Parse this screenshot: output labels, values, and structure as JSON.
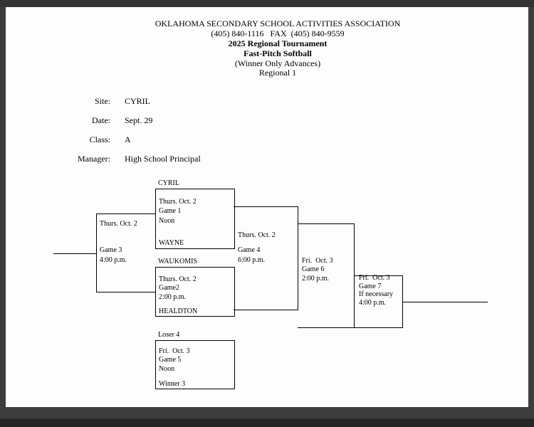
{
  "header": {
    "association": "OKLAHOMA SECONDARY SCHOOL ACTIVITIES ASSOCIATION",
    "phone": "(405) 840-1116   FAX  (405) 840-9559",
    "tournament": "2025 Regional Tournament",
    "sport": "Fast-Pitch Softball",
    "advance_note": "(Winner Only Advances)",
    "regional": "Regional 1"
  },
  "info": {
    "site": {
      "label": "Site:",
      "value": "CYRIL"
    },
    "date": {
      "label": "Date:",
      "value": "Sept. 29"
    },
    "class": {
      "label": "Class:",
      "value": "A"
    },
    "manager": {
      "label": "Manager:",
      "value": "High School Principal"
    }
  },
  "bracket": {
    "game1": {
      "top_team": "CYRIL",
      "date": "Thurs. Oct. 2",
      "label": "Game 1",
      "time": "Noon",
      "bottom_team": "WAYNE"
    },
    "game2": {
      "top_team": "WAUKOMIS",
      "date": "Thurs. Oct. 2",
      "label": "Game2",
      "time": "2:00 p.m.",
      "bottom_team": "HEALDTON"
    },
    "game3": {
      "date": "Thurs. Oct. 2",
      "label": "Game 3",
      "time": "4:00 p.m."
    },
    "game4": {
      "date": "Thurs. Oct. 2",
      "label": "Game 4",
      "time": "6:00 p.m."
    },
    "game5": {
      "top_team": "Loser 4",
      "date": "Fri.  Oct. 3",
      "label": "Game 5",
      "time": "Noon",
      "bottom_team": "Winner 3"
    },
    "game6": {
      "date": "Fri.  Oct. 3",
      "label": "Game 6",
      "time": "2:00 p.m."
    },
    "game7": {
      "date": "Fri.  Oct. 3",
      "label": "Game 7",
      "note": "If necessary",
      "time": "4:00 p.m."
    }
  }
}
